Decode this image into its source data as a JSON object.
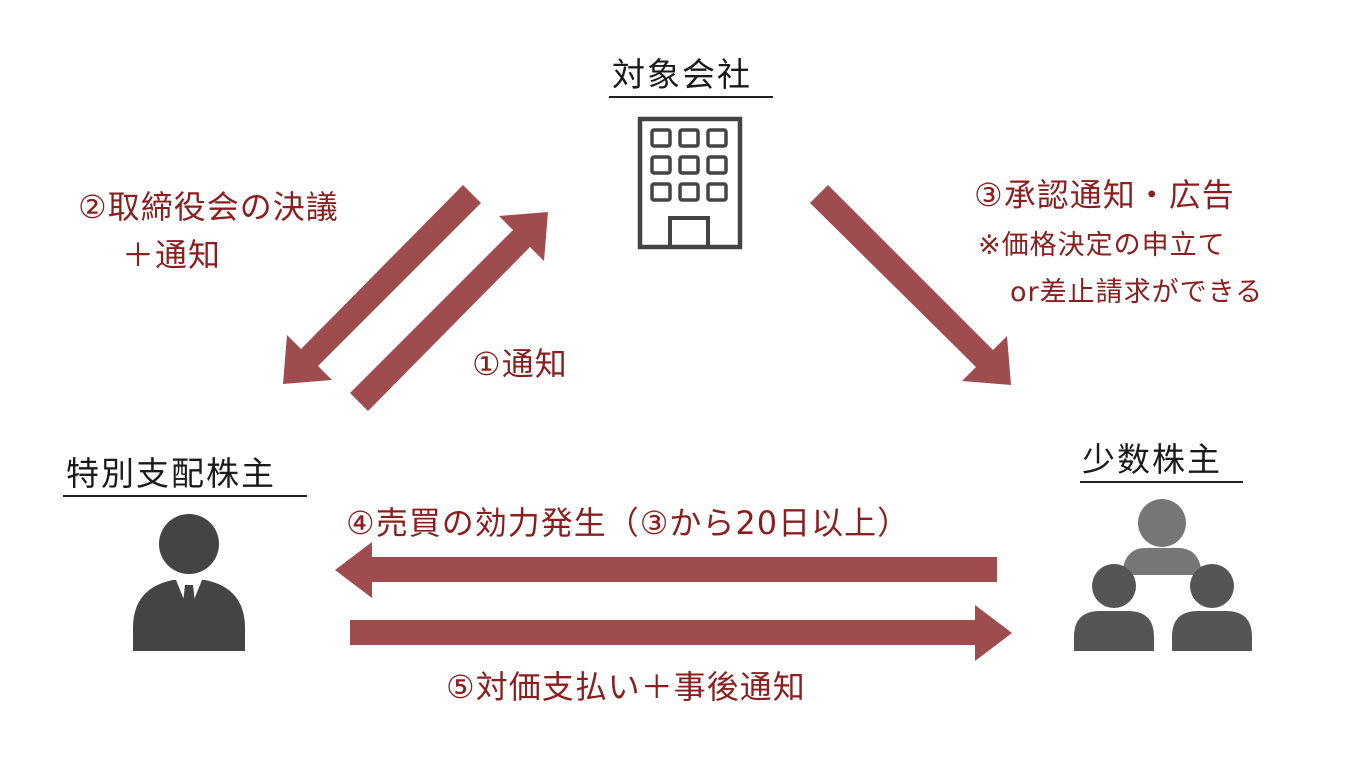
{
  "colors": {
    "arrow": "#9e4c4e",
    "text_accent": "#8a1f1f",
    "icon_dark": "#444444",
    "icon_mid": "#777777"
  },
  "nodes": {
    "company": {
      "label": "対象会社",
      "icon": "building-icon"
    },
    "controlling": {
      "label": "特別支配株主",
      "icon": "person-icon"
    },
    "minority": {
      "label": "少数株主",
      "icon": "group-icon"
    }
  },
  "steps": {
    "s1": "①通知",
    "s2_line1": "②取締役会の決議",
    "s2_line2": "＋通知",
    "s3_line1": "③承認通知・広告",
    "s3_note1": "※価格決定の申立て",
    "s3_note2": "or差止請求ができる",
    "s4": "④売買の効力発生（③から20日以上）",
    "s5": "⑤対価支払い＋事後通知"
  }
}
